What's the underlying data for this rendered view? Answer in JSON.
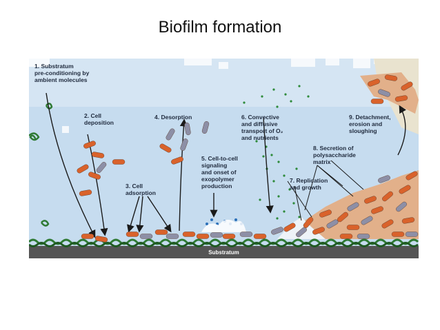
{
  "title": "Biofilm formation",
  "diagram": {
    "substratum_label": "Substratum",
    "steps": [
      {
        "id": "step-1",
        "text": "1. Substratum\npre-conditioning by\nambient molecules"
      },
      {
        "id": "step-2",
        "text": "2. Cell\n   deposition"
      },
      {
        "id": "step-3",
        "text": "3. Cell\n   adsorption"
      },
      {
        "id": "step-4",
        "text": "4. Desorption"
      },
      {
        "id": "step-5",
        "text": "5. Cell-to-cell\n   signaling\n   and onset of\n   exopolymer\n   production"
      },
      {
        "id": "step-6",
        "text": "6. Convective\n   and diffusive\n   transport of O₂\n   and nutrients"
      },
      {
        "id": "step-7",
        "text": "7. Replication\n   and growth"
      },
      {
        "id": "step-8",
        "text": "8. Secretion of\n   polysaccharide\n   matrix"
      },
      {
        "id": "step-9",
        "text": "9. Detachment,\n   erosion and\n   sloughing"
      }
    ],
    "colors": {
      "water": "#c6dcef",
      "sky": "#dbe8f5",
      "substratum": "#555555",
      "bacterium_orange": "#d9622b",
      "bacterium_grey": "#8d8fa6",
      "matrix": "#e2b08a",
      "vegetation": "#2f7a34",
      "nutrient_dot": "#2e8a3a",
      "arrow": "#1a1a1a"
    }
  }
}
